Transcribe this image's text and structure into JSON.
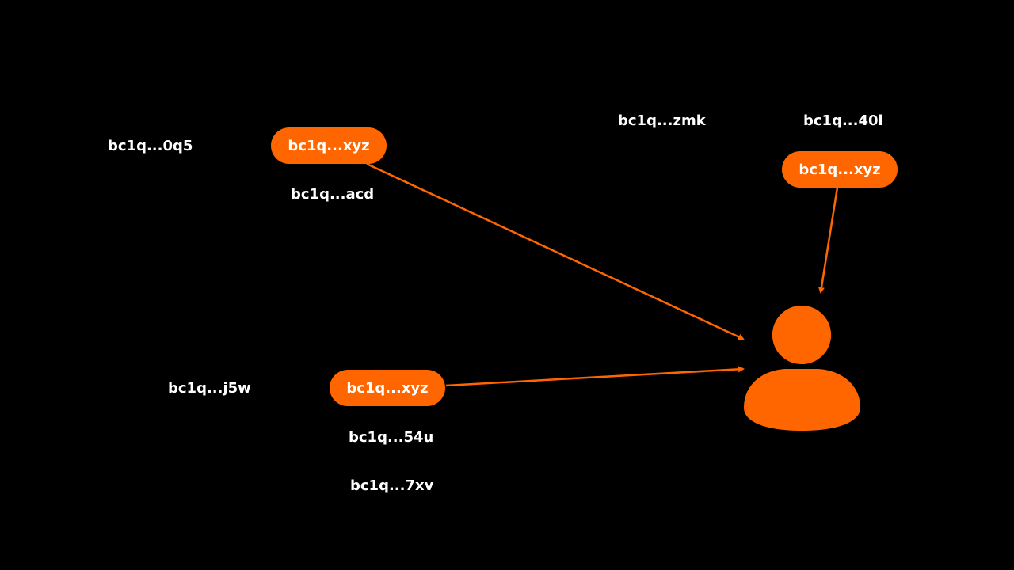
{
  "colors": {
    "background": "#000000",
    "accent": "#ff6600",
    "text": "#ffffff"
  },
  "addresses": {
    "a0q5": "bc1q...0q5",
    "acd": "bc1q...acd",
    "zmk": "bc1q...zmk",
    "a40l": "bc1q...40l",
    "j5w": "bc1q...j5w",
    "a54u": "bc1q...54u",
    "a7xv": "bc1q...7xv"
  },
  "highlighted": {
    "left": "bc1q...xyz",
    "right": "bc1q...xyz",
    "bottom": "bc1q...xyz"
  },
  "icons": {
    "user": "user-icon"
  }
}
